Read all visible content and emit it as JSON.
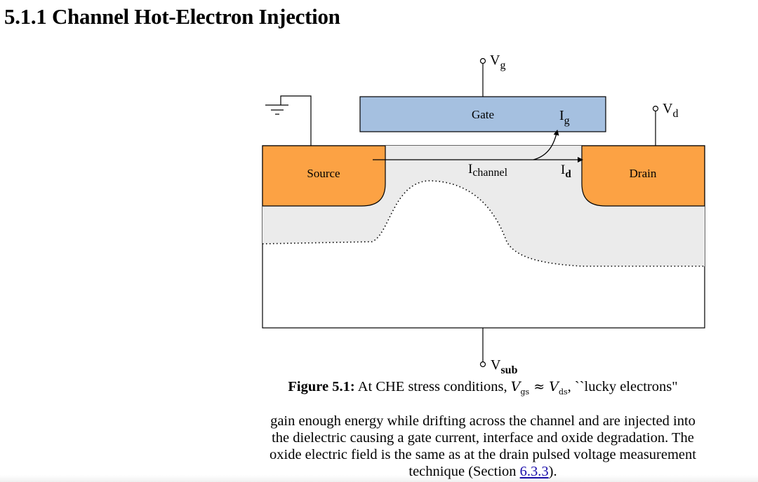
{
  "section": {
    "number": "5.1.1",
    "title": "Channel Hot-Electron Injection"
  },
  "figure": {
    "labels": {
      "gate_voltage": "V",
      "gate_voltage_sub": "g",
      "drain_voltage": "V",
      "drain_voltage_sub": "d",
      "substrate_voltage": "V",
      "substrate_voltage_sub": "sub",
      "gate": "Gate",
      "source": "Source",
      "drain": "Drain",
      "gate_current": "I",
      "gate_current_sub": "g",
      "channel_current": "I",
      "channel_current_sub": "channel",
      "drain_current": "I",
      "drain_current_sub": "d"
    },
    "colors": {
      "gate": "#a5c0e0",
      "source_drain": "#fca244",
      "depletion": "#ebebeb",
      "substrate": "#ffffff",
      "outline": "#000000"
    }
  },
  "caption": {
    "label": "Figure 5.1:",
    "intro": "At CHE stress conditions,",
    "math_v1": "V",
    "math_v1_sub": "gs",
    "math_op": "≈",
    "math_v2": "V",
    "math_v2_sub": "ds",
    "after_math": ", ``lucky electrons\"",
    "body": "gain enough energy while drifting across the channel and are injected into the dielectric causing a gate current, interface and oxide degradation. The oxide electric field is the same as at the drain pulsed voltage measurement technique (Section",
    "ref": "6.3.3",
    "tail": ")."
  }
}
